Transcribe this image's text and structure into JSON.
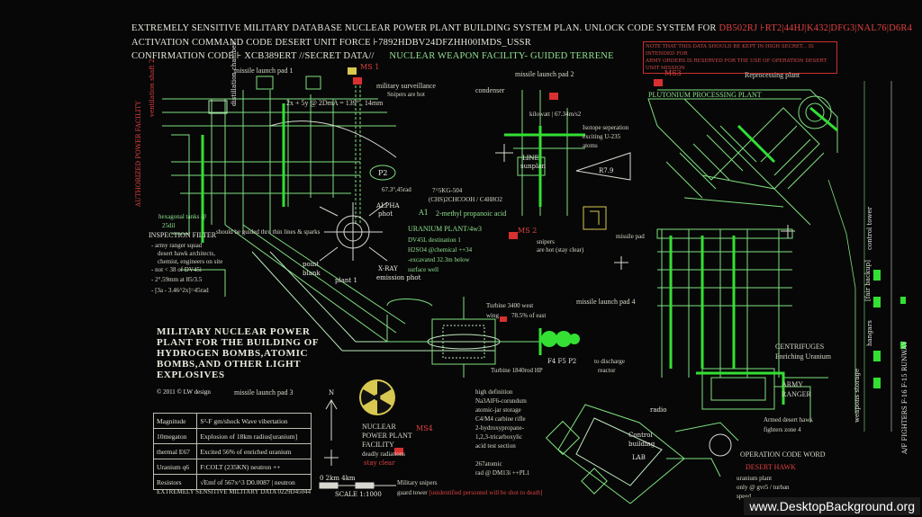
{
  "header": {
    "line1_left": "EXTREMELY SENSITIVE MILITARY DATABASE NUCLEAR POWER PLANT BUILDING SYSTEM PLAN. UNLOCK CODE SYSTEM FOR",
    "line1_code": "DB502RJ ⊦RT2|44HJ|K432|DFG3|NAL76|D6R4",
    "line2": "ACTIVATION  COMMAND  CODE DESERT UNIT FORCE ⊦7892HDBV24DFZHH00IMDS_USSR",
    "line3_left": "CONFIRMATION  CODE ⊦ XCB389ERT  //SECRET  DATA//",
    "line3_facility": "NUCLEAR WEAPON FACILITY- GUIDED TERRENE"
  },
  "warning_box": {
    "line1": "NOTE THAT THIS DATA SHOULD BE KEPT IN HIGH SECRET... IS INTENDED FOR",
    "line2": "ARMY ORDERS IS RESERVED FOR THE USE OF OPERATION DESERT UNIT MISSION"
  },
  "labels": {
    "missile_pad_1": "missile launch pad 1",
    "ms1": "MS 1",
    "surveillance": "military surveillance",
    "snipers_hot": "Snipers are hot",
    "missile_pad_2": "missile launch pad 2",
    "condenser": "condenser",
    "ms3": "MS3",
    "plutonium": "PLUTONIUM PROCESSING PLANT",
    "reprocessing": "Reprocessing plant",
    "kilowatt": "kilowatt | 67.34m/s2",
    "isotope1": "Isotope seperation",
    "isotope2": "exciting U-235",
    "isotope3": "atoms",
    "formula_top": "2x + 5y @ 2DmA = 139° , 14mm",
    "p2": "P2",
    "angle": "67.3°,45rad",
    "chem1": "7^5KG-504",
    "chem2": "(CHS)2CHCOOH / C4H8O2",
    "a1": "A1",
    "acid": "2-methyl propanoic acid",
    "alpha": "ALPHA",
    "alpha2": "phot",
    "xray": "X-RAY",
    "xray2": "emission phot",
    "uranium": "URANIUM PLANT/4w3",
    "dv45": "DV45L destination 1",
    "h2so4": "H2SO4 @chemical ++34",
    "excavated": "-excavated 32.3m below",
    "surface": "surface well",
    "ms2": "MS 2",
    "snipers_easy": "snipers",
    "snipers_easy2": "are hot (stay clear)",
    "missile_pad": "missile pad",
    "missile_pad_4": "missile launch pad 4",
    "hex_tanks": "hexagonal tanks @",
    "hex_tanks2": "25dil",
    "inspection": "INSPECTION FILTER",
    "insp1": "- army ranger squad",
    "insp2": "desert hawk architects,",
    "insp3": "chemist, engineers on site",
    "insp4": "- not < 38 of DV45i",
    "insp5": "- 2°.59mm at 85/3.5",
    "insp6": "- [3a - 3.46^2x]=45rad",
    "shd_guided": "should be guided thru thin lines & sparks",
    "point_blank": "point",
    "point_blank2": "blank",
    "plant1": "plant 1",
    "turbine1": "Turbine 3400 west",
    "wing": "wing",
    "east": "78.5% of east",
    "turbine2": "Turbine 1840rod HP",
    "to_discharge": "to discharge",
    "reactor": "reactor",
    "f_labels": "F4   F5    P2",
    "centrifuges": "CENTRIFUGES",
    "enriching": "Enriching Uranium",
    "army_ranger": "ARMY",
    "army_ranger2": "RANGER",
    "desert_hawk": "Armed desert hawk",
    "fighters": "fighters zone 4",
    "op_code": "OPERATION CODE WORD",
    "desert_hawk_red": "DESERT HAWK",
    "uranium_plant": "uranium plant",
    "only_at": "only @ gvr5 / turban",
    "speed": "speed",
    "control1": "Control",
    "control2": "building",
    "lab": "LAB",
    "radio": "radio",
    "high_def": "high definition",
    "chem_list1": "Na3AlF6-corundum",
    "chem_list2": "atomic-jar storage",
    "chem_list3": "C4/M4 carbine rifle",
    "chem_list4": "2-hydroxypropane-",
    "chem_list5": "1,2,3-tricarboxylic",
    "chem_list6": "acid test section",
    "atomic": "267atomic",
    "rad": "rad @ DM13i ++PL1",
    "ms4": "MS4",
    "nuclear_fac1": "NUCLEAR",
    "nuclear_fac2": "POWER PLANT",
    "nuclear_fac3": "FACILITY",
    "deadly": "deadly radiations",
    "stay_clear": "stay clear",
    "military_snipers": "Military snipers",
    "guard_tower": "guard tower",
    "unidentified": "[unidentified personnel will be shot to death]",
    "missile_pad_3": "missile launch pad 3",
    "copyright": "© 2011 © LW design",
    "scale": "SCALE 1:1000",
    "scale_ticks": "0     2km   4km",
    "airstrip": "A/F FIGHTERS  F-16  F-15 RUNWAY",
    "fair_backup": "[fair backup]",
    "control_tower": "control tower",
    "hangars": "hangars",
    "weapons_storage": "weapons storage",
    "ventilation": "ventilation shaft 2",
    "main_entry": "AUTHORIZED POWER FACILITY",
    "distill": "distillation chamber",
    "r79": "R7.9",
    "line_sunplan": "LINE",
    "sunplan": "sunplan"
  },
  "title_block": {
    "line1": "MILITARY NUCLEAR POWER",
    "line2": "PLANT FOR THE BUILDING OF",
    "line3": "HYDROGEN BOMBS,ATOMIC",
    "line4": "BOMBS,AND OTHER LIGHT",
    "line5": "EXPLOSIVES"
  },
  "spec_table": [
    {
      "key": "Magnitude",
      "value": "S²-F gm/shock Wave vibertation"
    },
    {
      "key": "10megaton",
      "value": "Explosion of 18km radius[uranium]"
    },
    {
      "key": "thermal E67",
      "value": "Excited 56% of enriched uranium"
    },
    {
      "key": "Uranium q6",
      "value": "F:COLT (235KN) neutron ++"
    },
    {
      "key": "Resistors",
      "value": "√Emf of 567x^3 D0.0087 | neutron"
    }
  ],
  "table_footer": "EXTREMELY SENSITIVE MILITARY DATA   0229D45044",
  "colors": {
    "green": "#7fe07f",
    "bright_green": "#33e033",
    "red": "#d83030",
    "yellow": "#d8c850"
  },
  "watermark": "www.DesktopBackground.org"
}
